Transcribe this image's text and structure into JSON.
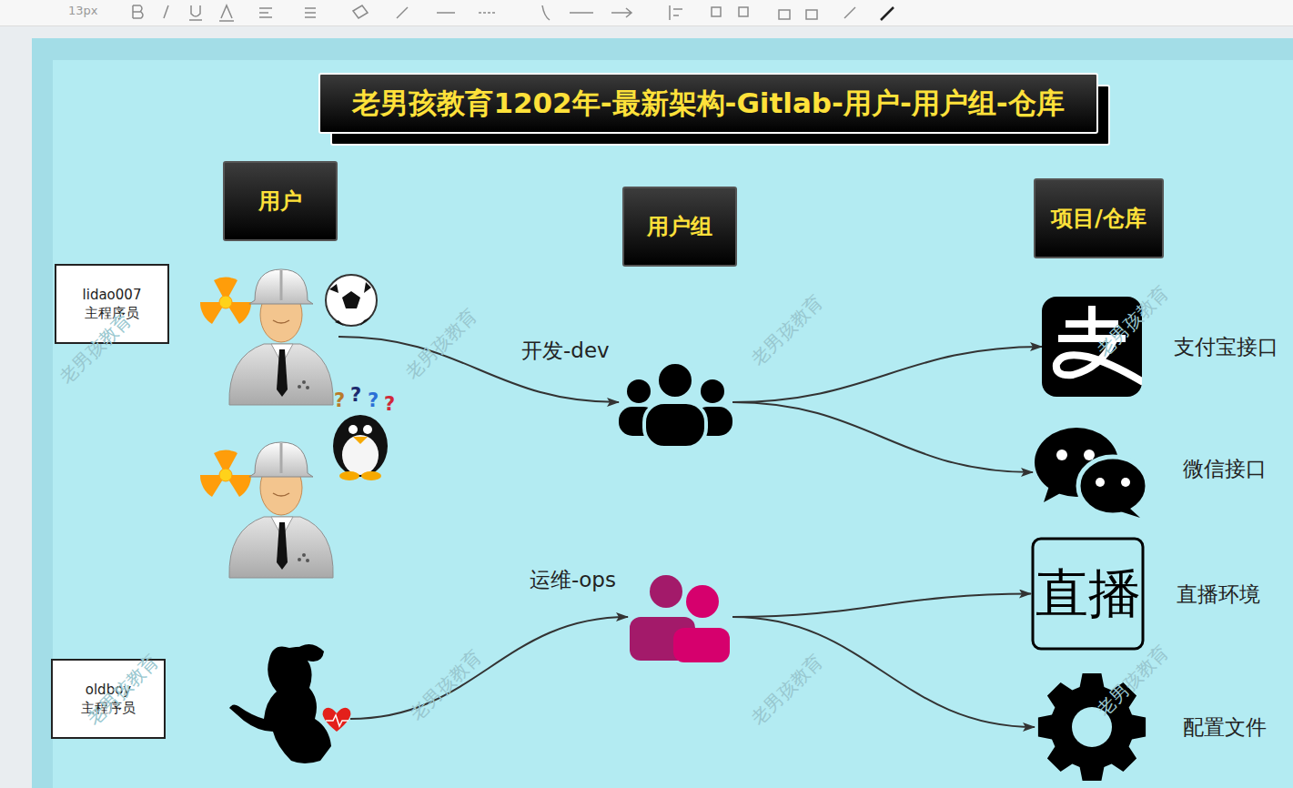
{
  "diagram": {
    "title": "老男孩教育1202年-最新架构-Gitlab-用户-用户组-仓库",
    "nodes": [
      {
        "text": [
          "用户"
        ]
      },
      {
        "text": [
          "用户组"
        ]
      },
      {
        "text": [
          "项目/仓库"
        ]
      },
      {
        "text": [
          "lidao007",
          "主程序员"
        ]
      },
      {
        "text": [
          "oldboy",
          "主程序员"
        ]
      },
      {
        "text": [
          "开发-dev"
        ]
      },
      {
        "text": [
          "运维-ops"
        ]
      },
      {
        "text": [
          "支付宝接口"
        ]
      },
      {
        "text": [
          "微信接口"
        ]
      },
      {
        "text": [
          "直播",
          "直播环境"
        ]
      },
      {
        "text": [
          "配置文件"
        ]
      }
    ],
    "edges": [
      {
        "from": 3,
        "to": 5,
        "arrow": "to"
      },
      {
        "from": 5,
        "to": 7,
        "arrow": "to"
      },
      {
        "from": 5,
        "to": 8,
        "arrow": "to"
      },
      {
        "from": 4,
        "to": 6,
        "arrow": "to"
      },
      {
        "from": 6,
        "to": 9,
        "arrow": "to"
      },
      {
        "from": 6,
        "to": 10,
        "arrow": "to"
      }
    ],
    "labels": [
      "13px",
      "?",
      "?",
      "?",
      "?",
      "老男孩教育",
      "老男孩教育",
      "老男孩教育",
      "老男孩教育",
      "老男孩教育",
      "老男孩教育",
      "老男孩教育",
      "老男孩教育"
    ]
  }
}
